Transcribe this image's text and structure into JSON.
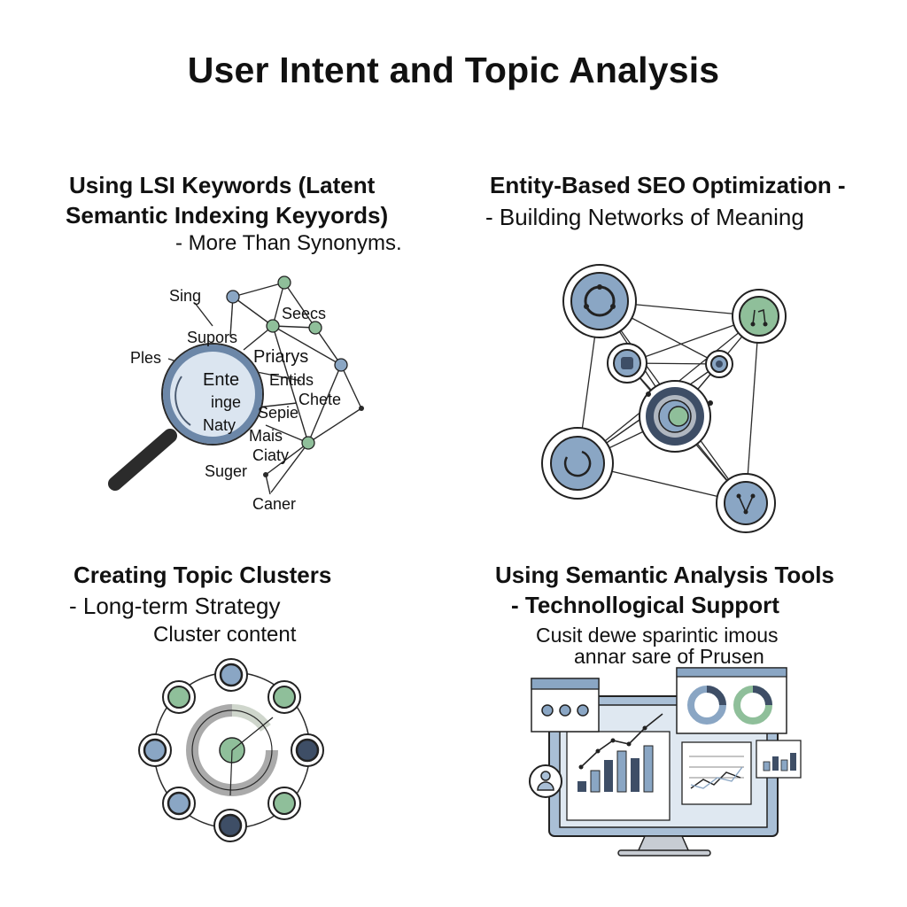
{
  "page_title": "User Intent and Topic Analysis",
  "sections": {
    "lsi": {
      "line1": "Using LSI Keywords (Latent",
      "line2": "Semantic Indexing Keyyords)",
      "line3": "- More Than Synonyms.",
      "words": [
        "Sing",
        "Supors",
        "Ples",
        "Seecs",
        "Priarys",
        "Entids",
        "Chete",
        "Sepie",
        "Mais",
        "Ciaty",
        "Suger",
        "Caner"
      ],
      "lens_text": [
        "Ente",
        "inge",
        "Naty"
      ]
    },
    "entity": {
      "line1": "Entity-Based SEO Optimization -",
      "line2": "- Building Networks of Meaning"
    },
    "clusters": {
      "line1": "Creating Topic Clusters",
      "line2_prefix": "- Long-term",
      "line2_suffix": "Strategy",
      "line3": "Cluster content"
    },
    "tools": {
      "line1": "Using Semantic Analysis Tools",
      "line2": "- Technollogical Support",
      "line3": "Cusit dewe sparintic imous",
      "line4": "annar sare of Prusen"
    }
  },
  "colors": {
    "green": "#8fbf9a",
    "blue": "#8aa6c4",
    "navy": "#3e4e66",
    "line": "#2a2a2a"
  }
}
